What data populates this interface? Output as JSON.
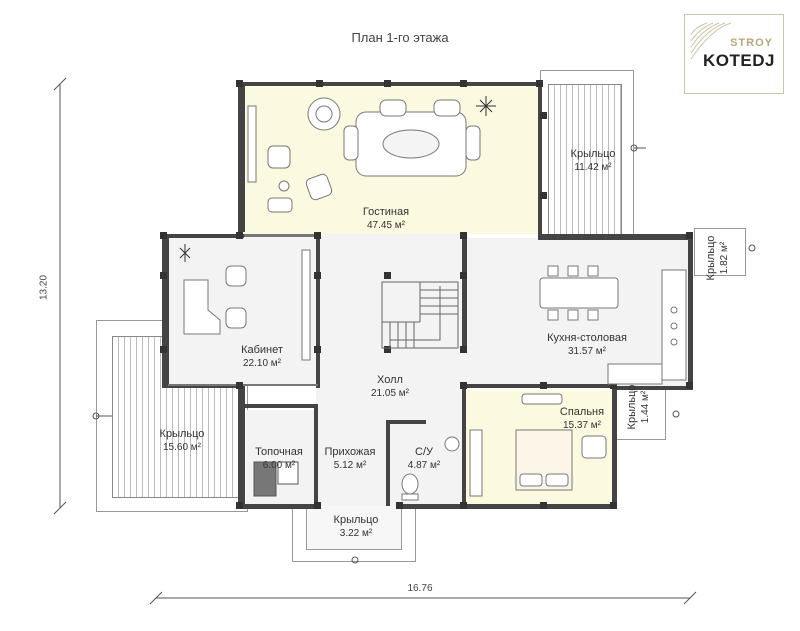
{
  "title": "План 1-го этажа",
  "logo": {
    "line1": "STROY",
    "line2": "KOTEDJ"
  },
  "rooms": [
    {
      "key": "living",
      "name": "Гостиная",
      "area": "47.45 м²"
    },
    {
      "key": "porch_ne",
      "name": "Крыльцо",
      "area": "11.42 м²"
    },
    {
      "key": "porch_e",
      "name": "Крыльцо",
      "area": "1.82 м²"
    },
    {
      "key": "office",
      "name": "Кабинет",
      "area": "22.10 м²"
    },
    {
      "key": "kitchen",
      "name": "Кухня-столовая",
      "area": "31.57 м²"
    },
    {
      "key": "hall",
      "name": "Холл",
      "area": "21.05 м²"
    },
    {
      "key": "bedroom",
      "name": "Спальня",
      "area": "15.37 м²"
    },
    {
      "key": "porch_se",
      "name": "Крыльцо",
      "area": "1.44 м²"
    },
    {
      "key": "porch_w",
      "name": "Крыльцо",
      "area": "15.60 м²"
    },
    {
      "key": "boiler",
      "name": "Топочная",
      "area": "6.00 м²"
    },
    {
      "key": "entry",
      "name": "Прихожая",
      "area": "5.12 м²"
    },
    {
      "key": "wc",
      "name": "С/У",
      "area": "4.87 м²"
    },
    {
      "key": "porch_s",
      "name": "Крыльцо",
      "area": "3.22 м²"
    }
  ],
  "dimensions": {
    "width": "16.76",
    "height": "13.20"
  },
  "colors": {
    "living_floor": "#fbf9df",
    "floor": "#f3f3f3",
    "wall": "#444444",
    "logo_accent": "#b9a57a"
  }
}
